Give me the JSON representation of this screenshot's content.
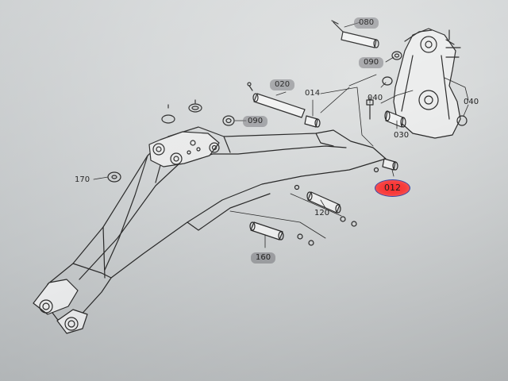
{
  "diagram": {
    "callouts": [
      {
        "id": "p080",
        "text": "080",
        "style": "shaded"
      },
      {
        "id": "p090a",
        "text": "090",
        "style": "shaded"
      },
      {
        "id": "p020",
        "text": "020",
        "style": "shaded"
      },
      {
        "id": "p014",
        "text": "014",
        "style": "plain"
      },
      {
        "id": "p040a",
        "text": "040",
        "style": "plain"
      },
      {
        "id": "p040b",
        "text": "040",
        "style": "plain"
      },
      {
        "id": "p090b",
        "text": "090",
        "style": "shaded"
      },
      {
        "id": "p030",
        "text": "030",
        "style": "plain"
      },
      {
        "id": "p170",
        "text": "170",
        "style": "plain"
      },
      {
        "id": "p012",
        "text": "012",
        "style": "highlight"
      },
      {
        "id": "p120",
        "text": "120",
        "style": "plain"
      },
      {
        "id": "p160",
        "text": "160",
        "style": "shaded"
      }
    ],
    "colors": {
      "paper": "#d2d5d6",
      "ink": "#2a2a2a",
      "shade": "#7d7d82",
      "highlight_fill": "#ff3030",
      "highlight_ring": "#3b45a8"
    }
  }
}
